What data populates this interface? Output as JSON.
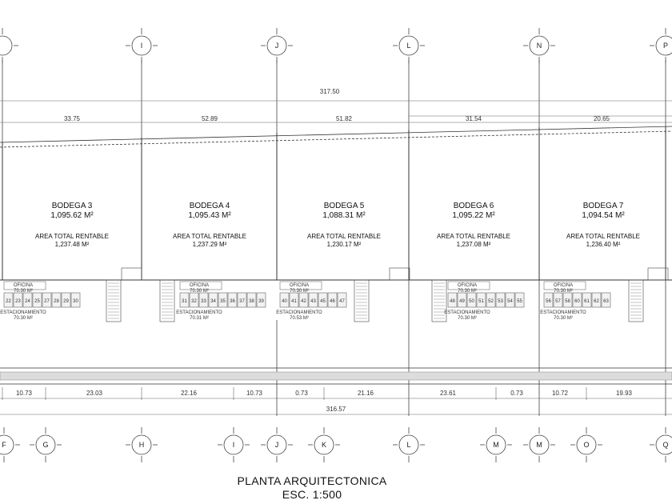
{
  "top_dimension": "317.50",
  "bottom_dimension": "316.57",
  "top_segments": [
    "33.75",
    "52.89",
    "51.82",
    "31.54",
    "20.65"
  ],
  "bottom_segments": [
    "10.73",
    "23.03",
    "22.16",
    "10.73",
    "0.73",
    "21.16",
    "23.61",
    "0.73",
    "10.72",
    "19.93"
  ],
  "grid_top": [
    "",
    "I",
    "J",
    "L",
    "N",
    "P"
  ],
  "grid_bottom": [
    "F",
    "G",
    "H",
    "I",
    "J",
    "K",
    "L",
    "M",
    "M",
    "O",
    "Q"
  ],
  "bodegas": [
    {
      "name": "BODEGA 3",
      "area": "1,095.62 M²",
      "rent_label": "AREA TOTAL RENTABLE",
      "rent_value": "1,237.48 M²"
    },
    {
      "name": "BODEGA 4",
      "area": "1,095.43 M²",
      "rent_label": "AREA TOTAL RENTABLE",
      "rent_value": "1,237.29 M²"
    },
    {
      "name": "BODEGA 5",
      "area": "1,088.31 M²",
      "rent_label": "AREA TOTAL RENTABLE",
      "rent_value": "1,230.17 M²"
    },
    {
      "name": "BODEGA 6",
      "area": "1,095.22 M²",
      "rent_label": "AREA TOTAL RENTABLE",
      "rent_value": "1,237.08 M²"
    },
    {
      "name": "BODEGA 7",
      "area": "1,094.54 M²",
      "rent_label": "AREA TOTAL RENTABLE",
      "rent_value": "1,236.40 M²"
    }
  ],
  "parking_groups": [
    [
      "22",
      "23",
      "24",
      "25",
      "27",
      "28",
      "29",
      "30"
    ],
    [
      "31",
      "32",
      "33",
      "34",
      "35",
      "36",
      "37",
      "38",
      "39"
    ],
    [
      "40",
      "41",
      "42",
      "43",
      "45",
      "46",
      "47"
    ],
    [
      "48",
      "49",
      "50",
      "51",
      "52",
      "53",
      "54",
      "55"
    ],
    [
      "56",
      "57",
      "58",
      "60",
      "61",
      "62",
      "63"
    ]
  ],
  "oficina_label": "OFICINA",
  "oficina_area": "70.30 M²",
  "estac_label": "ESTACIONAMIENTO",
  "estac_areas": [
    "70.30 M²",
    "70.31 M²",
    "70.53 M²",
    "70.30 M²",
    "70.30 M²"
  ],
  "title": "PLANTA ARQUITECTONICA",
  "scale": "ESC. 1:500"
}
